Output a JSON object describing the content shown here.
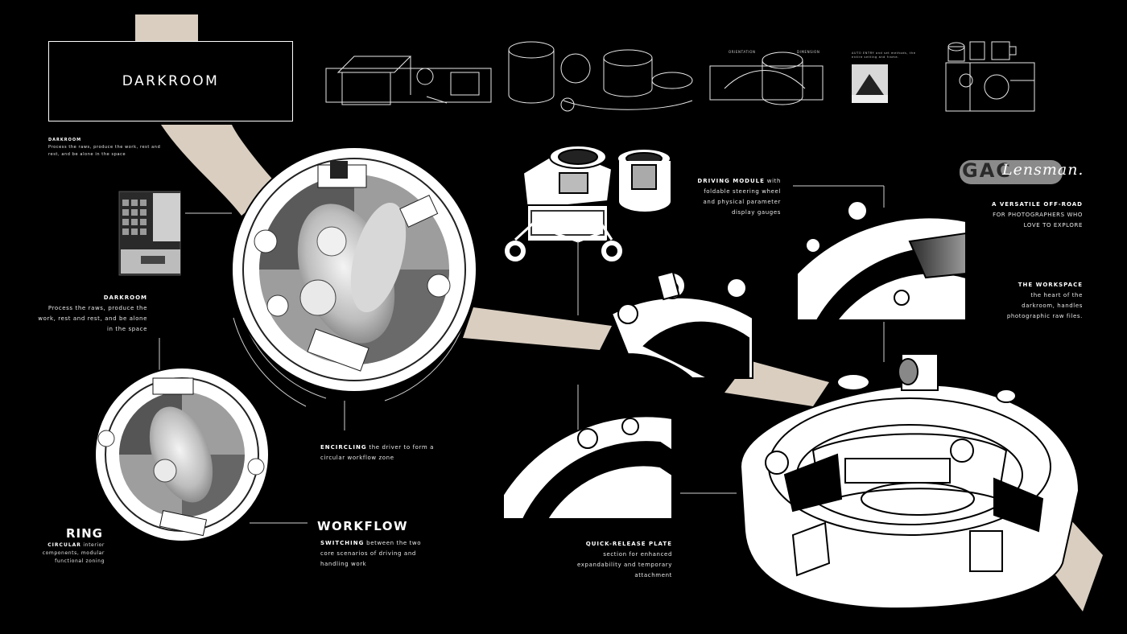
{
  "title": "DARKROOM",
  "intro": {
    "heading": "DARKROOM",
    "body": "Process the raws, produce the work, rest and rest, and be alone in the space"
  },
  "darkroom_note": {
    "heading": "DARKROOM",
    "line1": "Process the raws, produce the",
    "line2": "work, rest and rest, and be alone",
    "line3": "in the space"
  },
  "ring": {
    "heading": "RING",
    "keyword": "CIRCULAR",
    "line1_rest": " interior",
    "line2": "components, modular",
    "line3": "functional zoning"
  },
  "encircling": {
    "keyword": "ENCIRCLING",
    "line1_rest": " the driver to form a",
    "line2": "circular workflow zone"
  },
  "workflow": {
    "heading": "WORKFLOW",
    "keyword": "SWITCHING",
    "line1_rest": " between the two",
    "line2": "core scenarios of driving and",
    "line3": "handling work"
  },
  "driving_module": {
    "keyword": "DRIVING MODULE",
    "line1_rest": " with",
    "line2": "foldable steering wheel",
    "line3": "and physical parameter",
    "line4": "display gauges"
  },
  "brand": {
    "logo": "GAC",
    "script": "Lensman.",
    "heading": "A VERSATILE OFF-ROAD",
    "line2": "FOR PHOTOGRAPHERS WHO",
    "line3": "LOVE TO EXPLORE"
  },
  "workspace": {
    "heading": "THE WORKSPACE",
    "line2": "the heart of the",
    "line3": "darkroom, handles",
    "line4": "photographic raw files."
  },
  "quick_release": {
    "heading": "QUICK-RELEASE PLATE",
    "line2": "section for enhanced",
    "line3": "expandability and temporary",
    "line4": "attachment"
  },
  "sketch_labels": {
    "a": "ORIENTATION",
    "b": "DIMENSION",
    "c": "AUTO ENTRY and set methods, the entire setting and frame."
  },
  "colors": {
    "background": "#000000",
    "beige": "#d9cec0",
    "white": "#ffffff",
    "gray": "#8a8a8a"
  }
}
